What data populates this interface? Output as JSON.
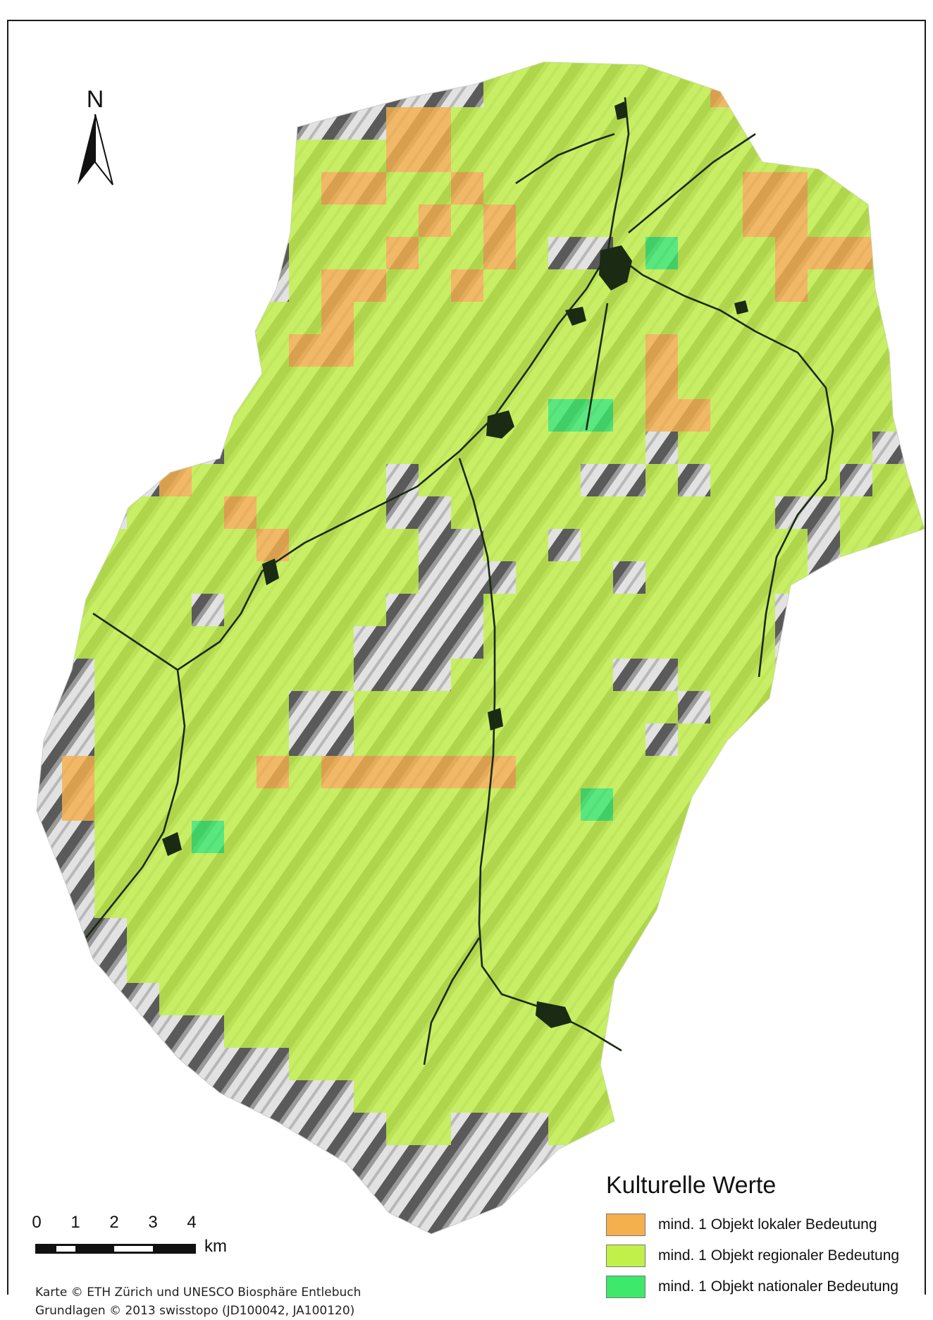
{
  "map": {
    "north_label": "N",
    "scale": {
      "ticks": [
        "0",
        "1",
        "2",
        "3",
        "4"
      ],
      "unit": "km"
    },
    "credits": [
      "Karte © ETH Zürich und UNESCO Biosphäre Entlebuch",
      "Grundlagen ©  2013 swisstopo (JD100042, JA100120)"
    ],
    "legend": {
      "title": "Kulturelle Werte",
      "items": [
        {
          "label": "mind. 1 Objekt lokaler Bedeutung",
          "color": "#f4b04c"
        },
        {
          "label": "mind. 1 Objekt regionaler Bedeutung",
          "color": "#c2f04a"
        },
        {
          "label": "mind. 1 Objekt nationaler Bedeutung",
          "color": "#3de86a"
        }
      ]
    },
    "colors": {
      "relief_light": "#e6e6e6",
      "relief_dark": "#3a3a3a",
      "river": "#1b2a12",
      "settlement": "#1b2a12"
    }
  }
}
